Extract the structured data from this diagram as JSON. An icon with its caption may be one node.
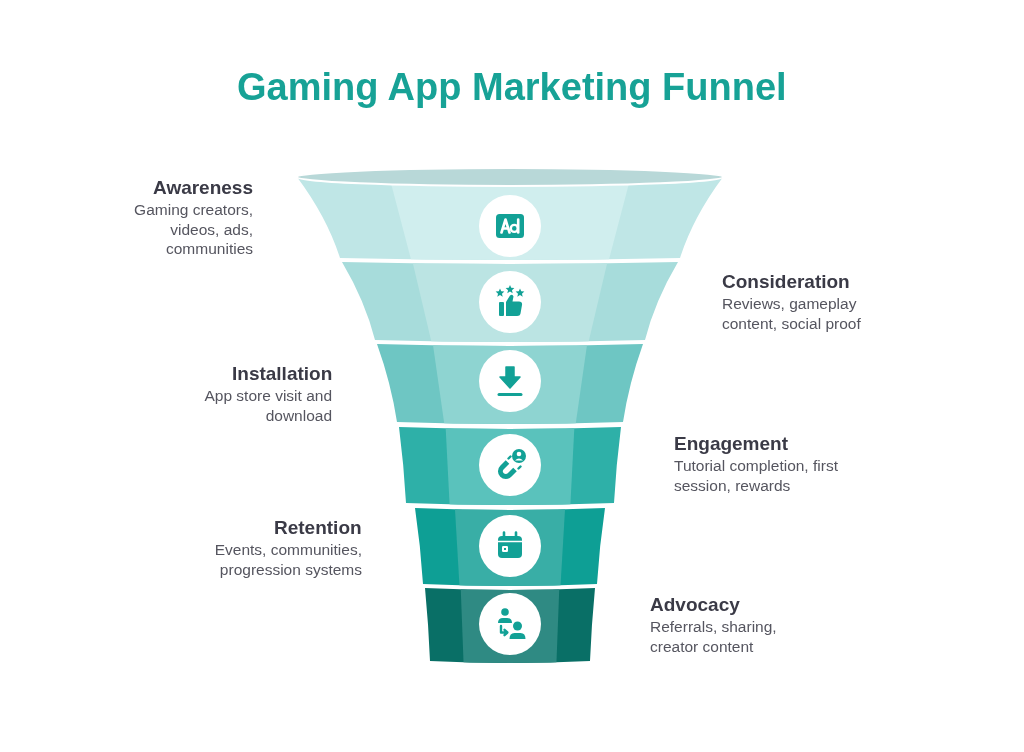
{
  "diagram": {
    "title": "Gaming App Marketing Funnel",
    "nodes": [
      {
        "text": [],
        "shape": "band",
        "beside": [
          "Awareness",
          "Gaming creators, videos, ads, communities"
        ]
      },
      {
        "text": [],
        "shape": "band",
        "beside": [
          "Consideration",
          "Reviews, gameplay content, social proof"
        ]
      },
      {
        "text": [],
        "shape": "band",
        "beside": [
          "Installation",
          "App store visit and download"
        ]
      },
      {
        "text": [],
        "shape": "band",
        "beside": [
          "Engagement",
          "Tutorial completion, first session, rewards"
        ]
      },
      {
        "text": [],
        "shape": "band",
        "beside": [
          "Retention",
          "Events, communities, progression systems"
        ]
      },
      {
        "text": [],
        "shape": "band",
        "beside": [
          "Advocacy",
          "Referrals, sharing, creator content"
        ]
      }
    ]
  }
}
